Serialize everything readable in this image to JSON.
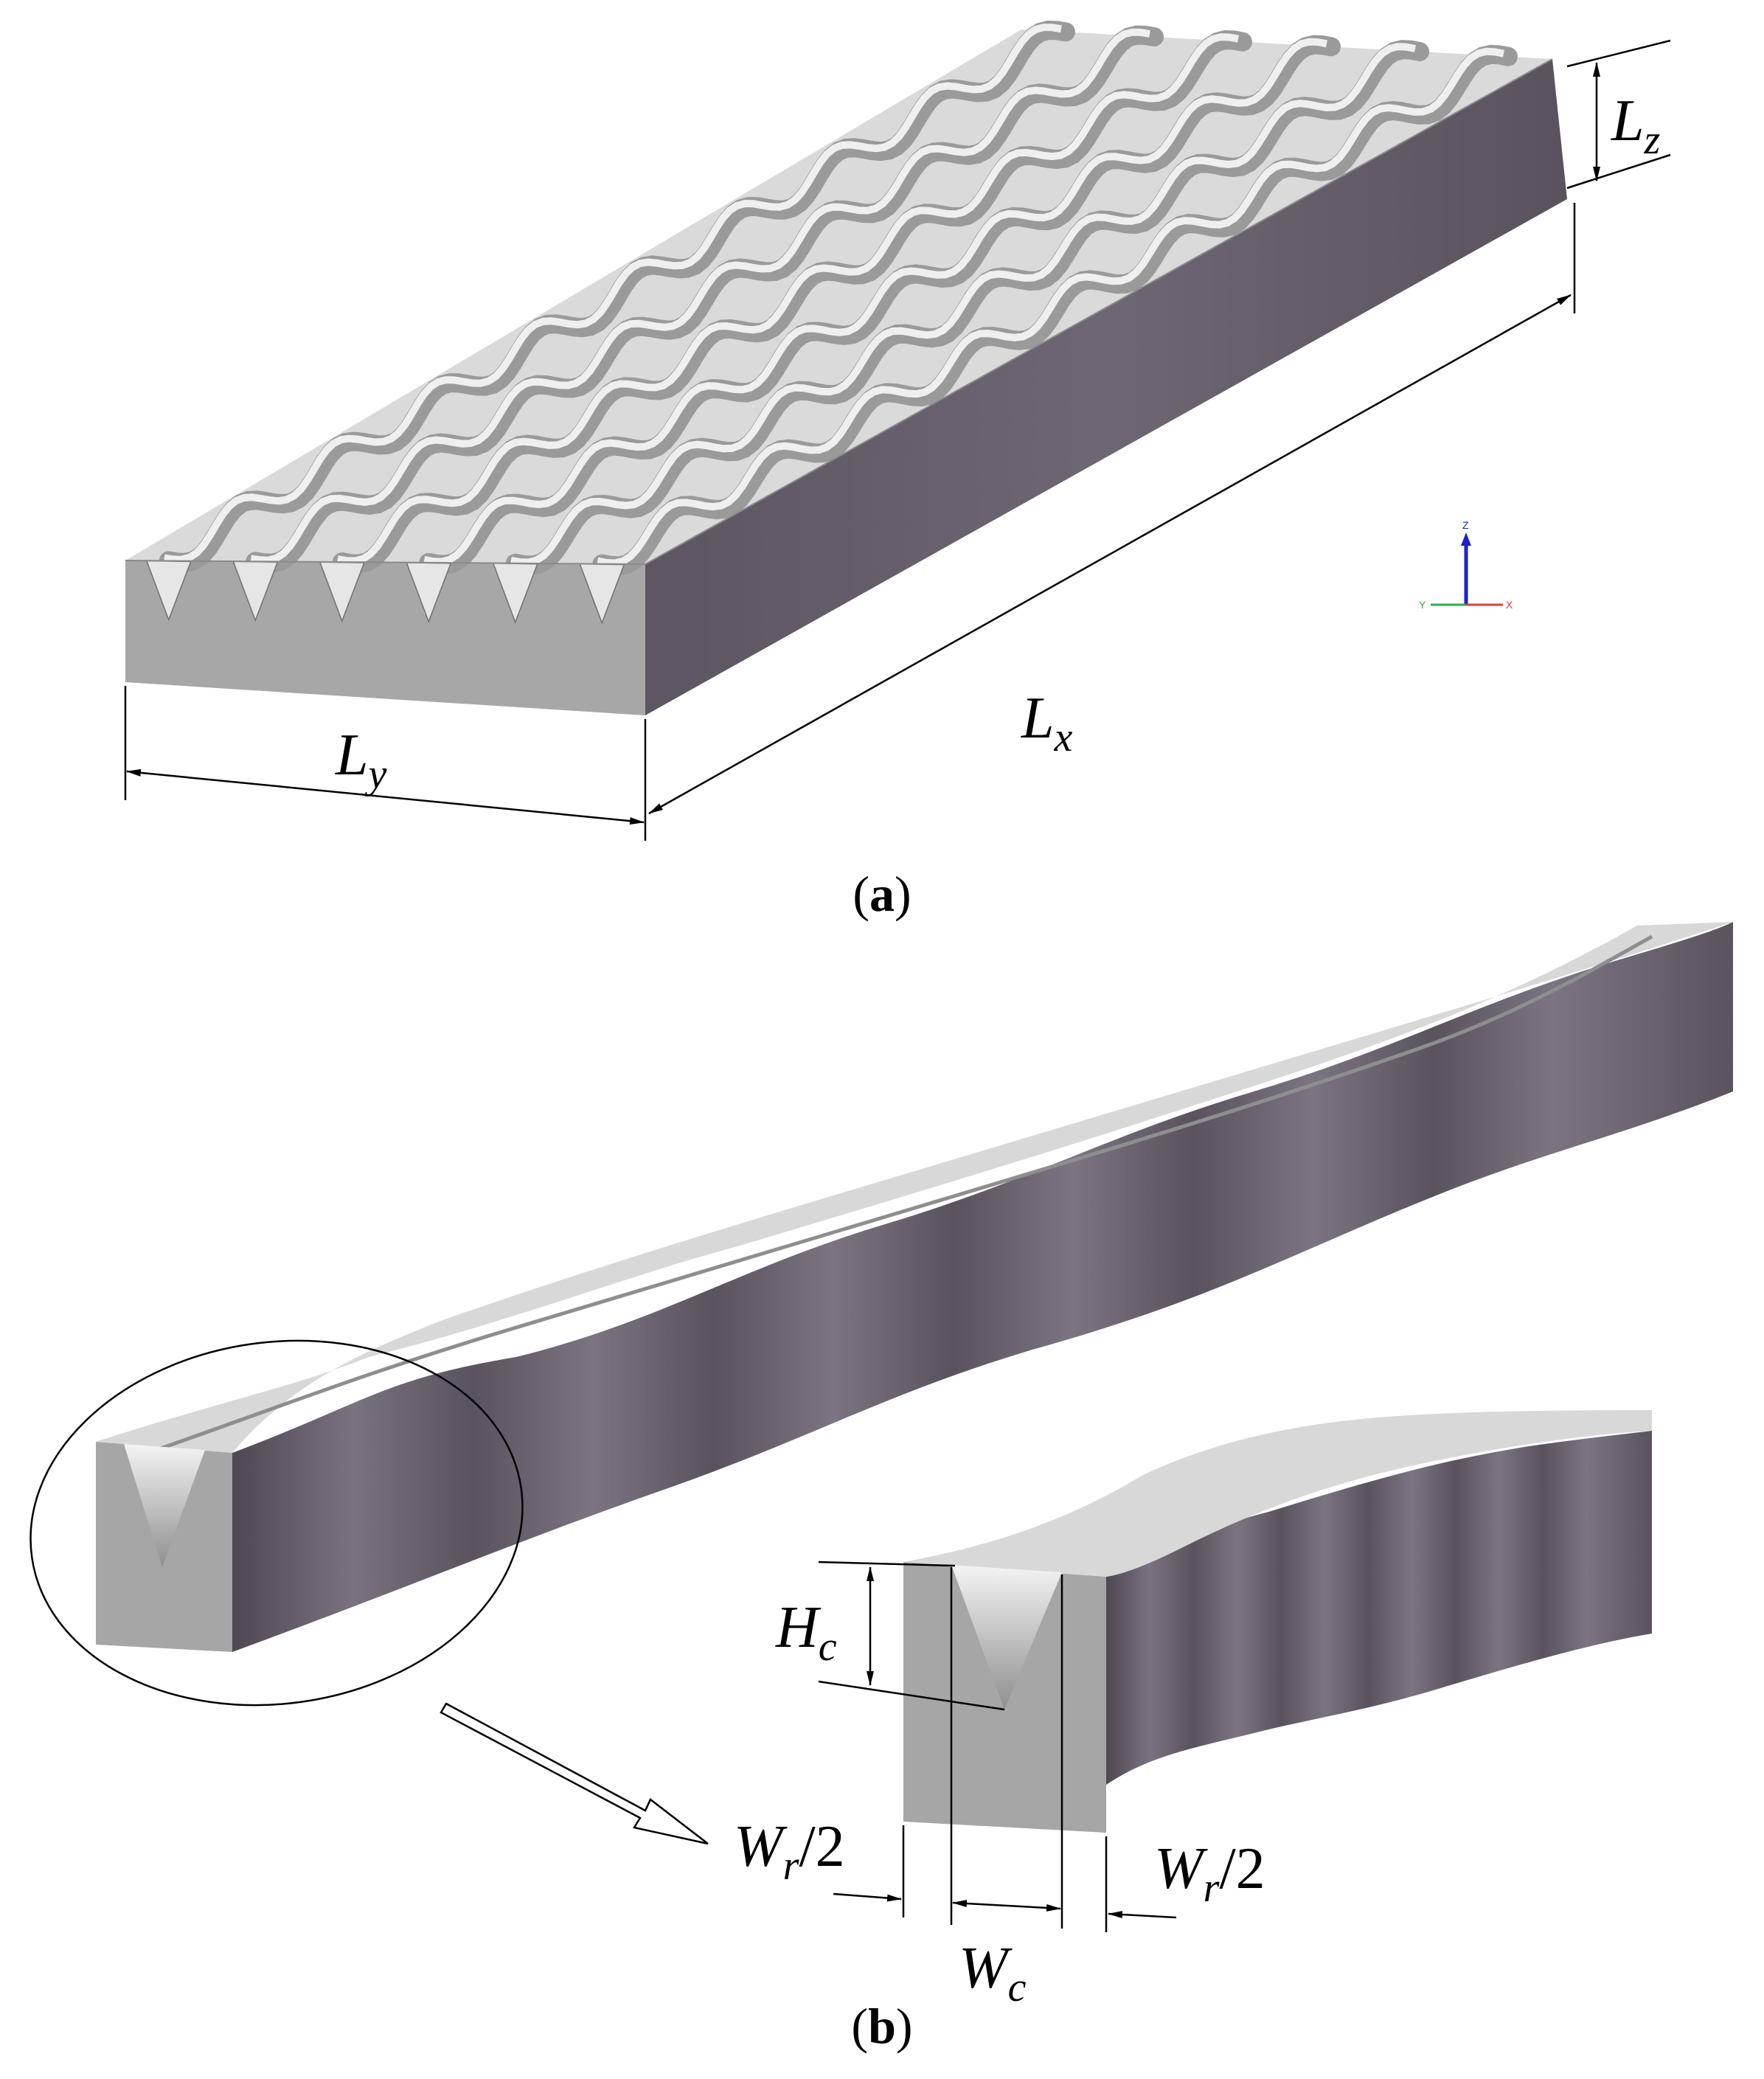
{
  "panel_a": {
    "caption_open": "(",
    "caption_letter": "a",
    "caption_close": ")",
    "dim_x": {
      "main": "L",
      "sub": "x"
    },
    "dim_y": {
      "main": "L",
      "sub": "y"
    },
    "dim_z": {
      "main": "L",
      "sub": "z"
    },
    "axis_triad": {
      "z": "Z",
      "x": "X",
      "y": "Y",
      "colors": {
        "z": "#1b22c9",
        "x": "#e23c3c",
        "y": "#22b04a"
      }
    }
  },
  "panel_b": {
    "caption_open": "(",
    "caption_letter": "b",
    "caption_close": ")",
    "dim_h": {
      "main": "H",
      "sub": "c"
    },
    "dim_wc": {
      "main": "W",
      "sub": "c"
    },
    "dim_wr_left": {
      "main": "W",
      "sub": "r",
      "tail": "/2"
    },
    "dim_wr_right": {
      "main": "W",
      "sub": "r",
      "tail": "/2"
    }
  },
  "colors": {
    "top_face": "#dcdcdc",
    "front_face": "#a9a9a9",
    "side_face": "#6d6570",
    "groove_light": "#f1f1f1",
    "groove_dark": "#8e8e8e"
  }
}
